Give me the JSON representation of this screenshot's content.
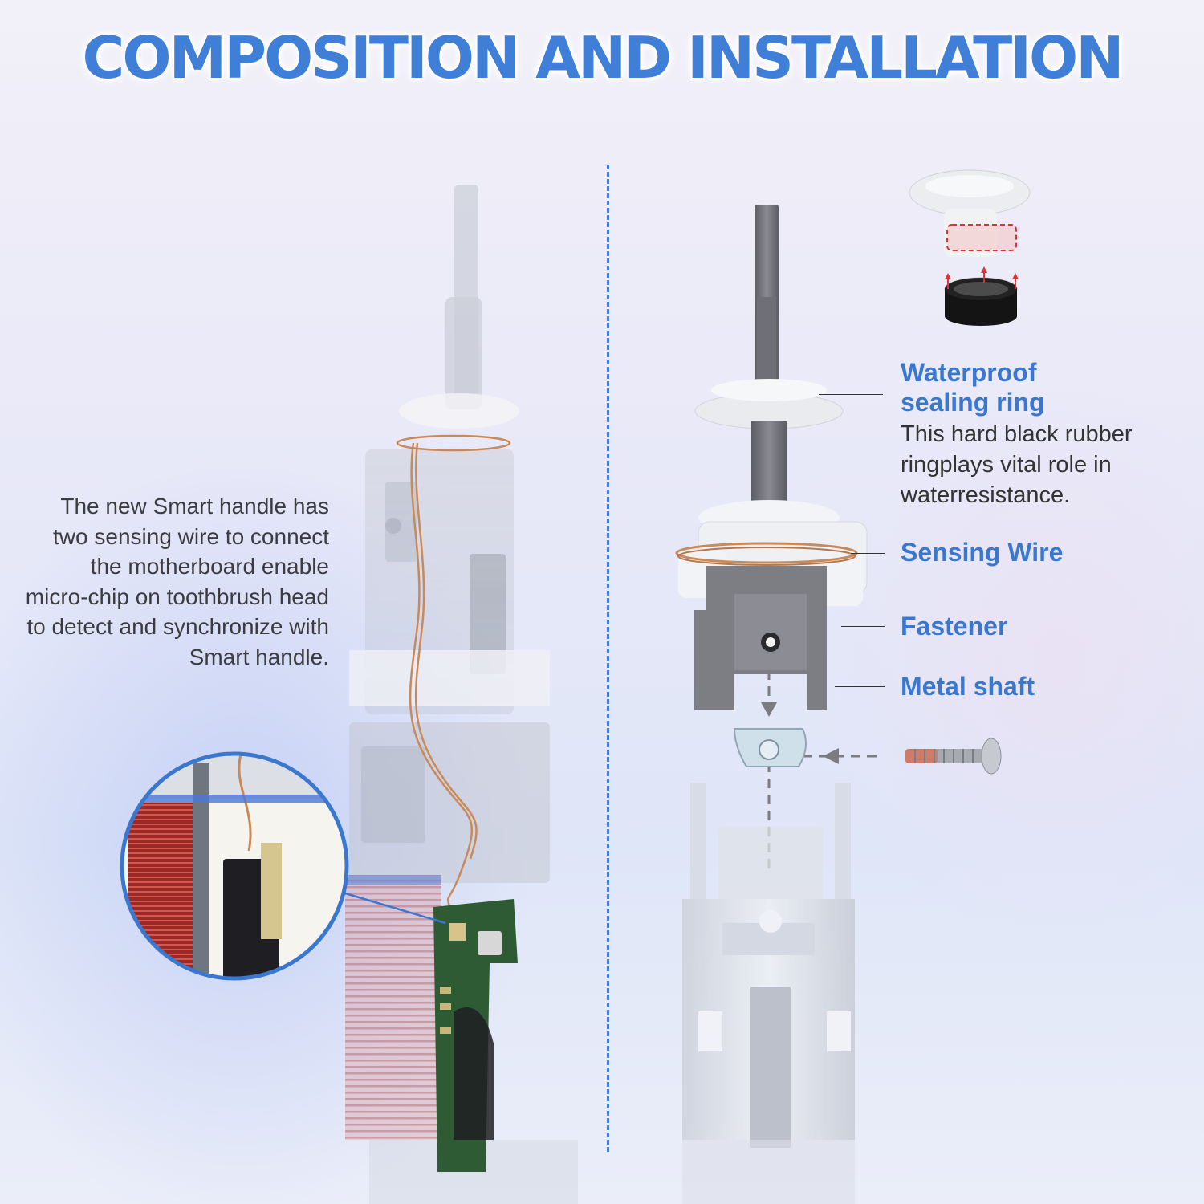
{
  "title": "COMPOSITION AND INSTALLATION",
  "left_description": "The new Smart handle has two sensing wire to connect the motherboard enable micro-chip on toothbrush head to detect and synchronize with Smart handle.",
  "labels": {
    "sealing_ring_title_1": "Waterproof",
    "sealing_ring_title_2": "sealing ring",
    "sealing_ring_desc_1": "This hard black rubber",
    "sealing_ring_desc_2": "ringplays vital role in",
    "sealing_ring_desc_3": "waterresistance.",
    "sensing_wire": "Sensing Wire",
    "fastener": "Fastener",
    "metal_shaft": "Metal shaft"
  },
  "colors": {
    "title": "#3f7fd8",
    "accent": "#3a78d0",
    "wire": "#c98a5a",
    "metal": "#6b6b72",
    "pcb": "#2f5b34"
  }
}
